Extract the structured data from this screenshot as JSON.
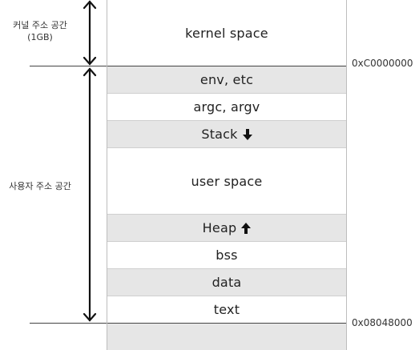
{
  "segments": {
    "kernel": "kernel space",
    "env": "env, etc",
    "args": "argc, argv",
    "stack": "Stack",
    "user": "user space",
    "heap": "Heap",
    "bss": "bss",
    "data": "data",
    "text": "text"
  },
  "addresses": {
    "kernel_start": "0xC0000000",
    "text_start": "0x08048000"
  },
  "labels": {
    "kernel_line1": "커널 주소 공간",
    "kernel_line2": "(1GB)",
    "user": "사용자 주소 공간"
  },
  "colors": {
    "shaded": "#e6e6e6",
    "line": "#444444"
  }
}
